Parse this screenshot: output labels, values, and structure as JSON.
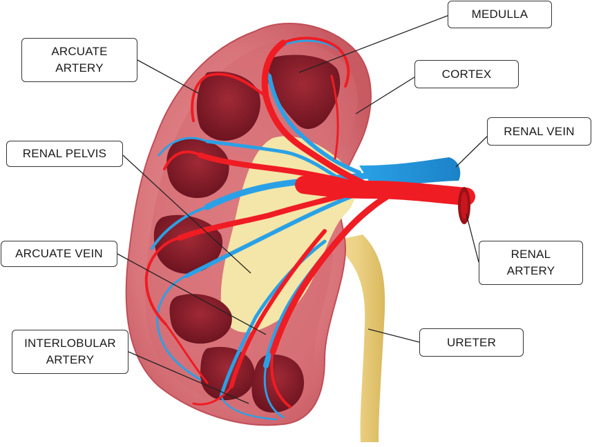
{
  "colors": {
    "capsule": "#d9767c",
    "capsule_light": "#e9a0a3",
    "pyramid": "#8e1f2b",
    "pyramid_dark": "#6d1420",
    "artery": "#f01c23",
    "vein": "#2aa1e6",
    "pelvis": "#f4e6a8",
    "ureter": "#ecd185",
    "label_border": "#333333",
    "leader": "#222222"
  },
  "icons": [
    "kidney-illustration"
  ],
  "labels": {
    "arcuate_artery": {
      "line1": "ARCUATE",
      "line2": "ARTERY"
    },
    "medulla": "MEDULLA",
    "cortex": "CORTEX",
    "renal_vein": "RENAL VEIN",
    "renal_pelvis": "RENAL PELVIS",
    "arcuate_vein": "ARCUATE VEIN",
    "renal_artery": {
      "line1": "RENAL",
      "line2": "ARTERY"
    },
    "ureter": "URETER",
    "interlobular_artery": {
      "line1": "INTERLOBULAR",
      "line2": "ARTERY"
    }
  }
}
